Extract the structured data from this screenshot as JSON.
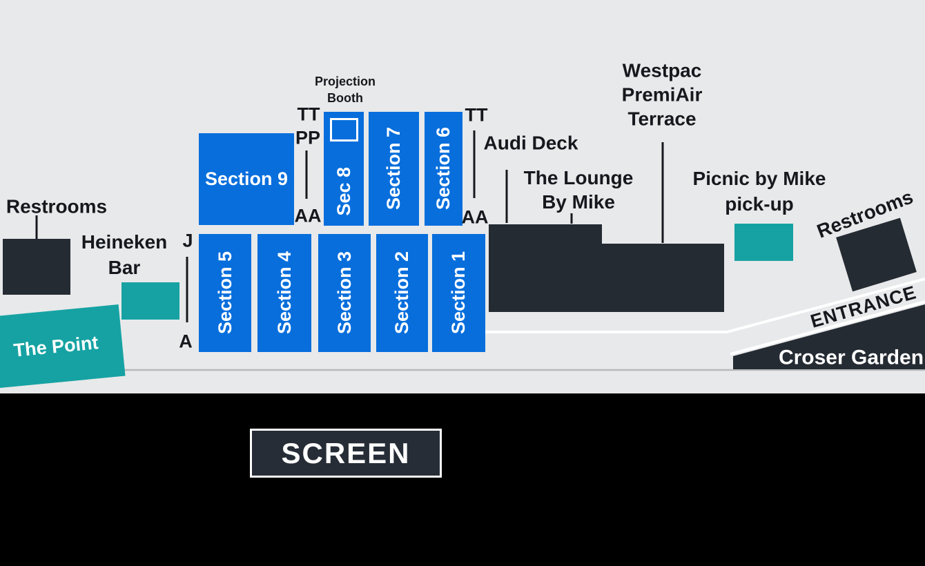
{
  "colors": {
    "bg": "#e8e9ea",
    "blue": "#076edc",
    "teal": "#16a2a3",
    "dark": "#252b33",
    "black": "#000000",
    "label": "#15181d",
    "white": "#ffffff",
    "gray_line": "#b6b8ba"
  },
  "sections": [
    {
      "label": "Section 9"
    },
    {
      "label": "Sec 8"
    },
    {
      "label": "Section 7"
    },
    {
      "label": "Section 6"
    },
    {
      "label": "Section 5"
    },
    {
      "label": "Section 4"
    },
    {
      "label": "Section 3"
    },
    {
      "label": "Section 2"
    },
    {
      "label": "Section 1"
    }
  ],
  "markers": {
    "tt_left": "TT",
    "pp_left": "PP",
    "aa_left": "AA",
    "tt_right": "TT",
    "aa_right": "AA",
    "j_left": "J",
    "a_left": "A"
  },
  "venue": {
    "projection_booth": [
      "Projection",
      "Booth"
    ],
    "audi_deck": "Audi Deck",
    "lounge": [
      "The Lounge",
      "By Mike"
    ],
    "westpac": [
      "Westpac",
      "PremiAir",
      "Terrace"
    ],
    "picnic": [
      "Picnic by Mike",
      "pick-up"
    ],
    "heineken": [
      "Heineken",
      "Bar"
    ],
    "restrooms_left": "Restrooms",
    "restrooms_right": "Restrooms",
    "the_point": "The Point",
    "entrance": "ENTRANCE",
    "croser_garden": "Croser Garden",
    "screen": "SCREEN"
  }
}
